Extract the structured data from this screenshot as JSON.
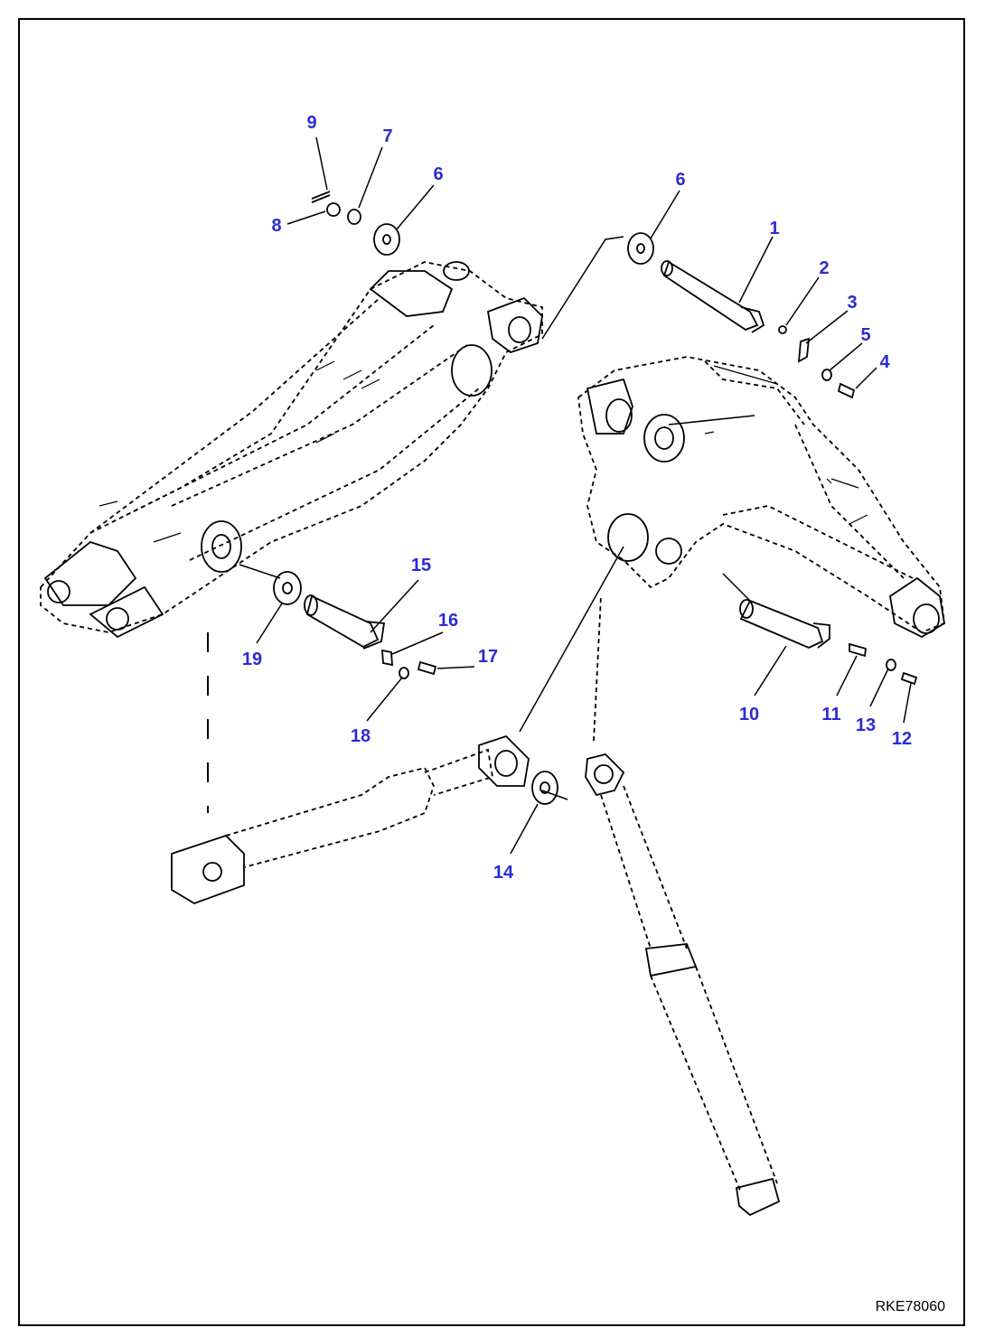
{
  "diagram": {
    "drawing_code": "RKE78060",
    "callouts": [
      {
        "id": "c1",
        "label": "1"
      },
      {
        "id": "c2",
        "label": "2"
      },
      {
        "id": "c3",
        "label": "3"
      },
      {
        "id": "c4",
        "label": "4"
      },
      {
        "id": "c5",
        "label": "5"
      },
      {
        "id": "c6a",
        "label": "6"
      },
      {
        "id": "c6b",
        "label": "6"
      },
      {
        "id": "c7",
        "label": "7"
      },
      {
        "id": "c8",
        "label": "8"
      },
      {
        "id": "c9",
        "label": "9"
      },
      {
        "id": "c10",
        "label": "10"
      },
      {
        "id": "c11",
        "label": "11"
      },
      {
        "id": "c12",
        "label": "12"
      },
      {
        "id": "c13",
        "label": "13"
      },
      {
        "id": "c14",
        "label": "14"
      },
      {
        "id": "c15",
        "label": "15"
      },
      {
        "id": "c16",
        "label": "16"
      },
      {
        "id": "c17",
        "label": "17"
      },
      {
        "id": "c18",
        "label": "18"
      },
      {
        "id": "c19",
        "label": "19"
      }
    ],
    "colors": {
      "callout": "#2b2bd6",
      "line": "#000000",
      "background": "#ffffff"
    }
  }
}
